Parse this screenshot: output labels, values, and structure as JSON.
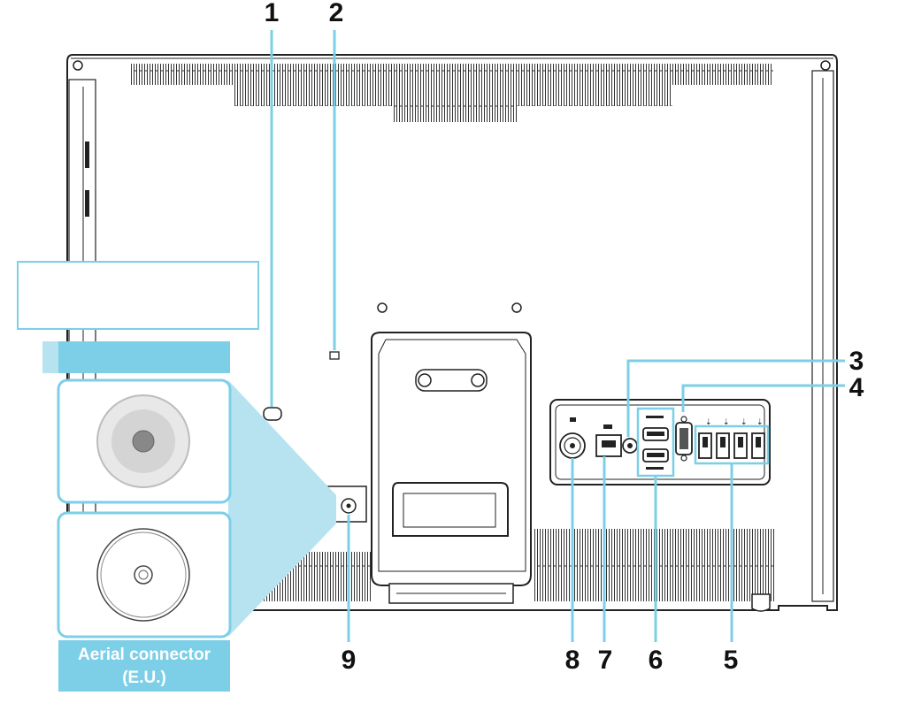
{
  "colors": {
    "callout_line": "#7ccfe6",
    "panel_fill": "#b7e3f1",
    "panel_header": "#7ccfe6",
    "outline": "#222222",
    "caption_text": "#ffffff"
  },
  "callouts": [
    {
      "number": "1",
      "target": "kensington-lock"
    },
    {
      "number": "2",
      "target": "indicator"
    },
    {
      "number": "3",
      "target": "audio-jack"
    },
    {
      "number": "4",
      "target": "vga-port"
    },
    {
      "number": "5",
      "target": "usb-ports"
    },
    {
      "number": "6",
      "target": "hdmi-ports"
    },
    {
      "number": "7",
      "target": "lan-port"
    },
    {
      "number": "8",
      "target": "dc-in"
    },
    {
      "number": "9",
      "target": "aerial-connector"
    }
  ],
  "aerial_panel": {
    "caption_line1": "Aerial connector",
    "caption_line2": "(E.U.)"
  }
}
